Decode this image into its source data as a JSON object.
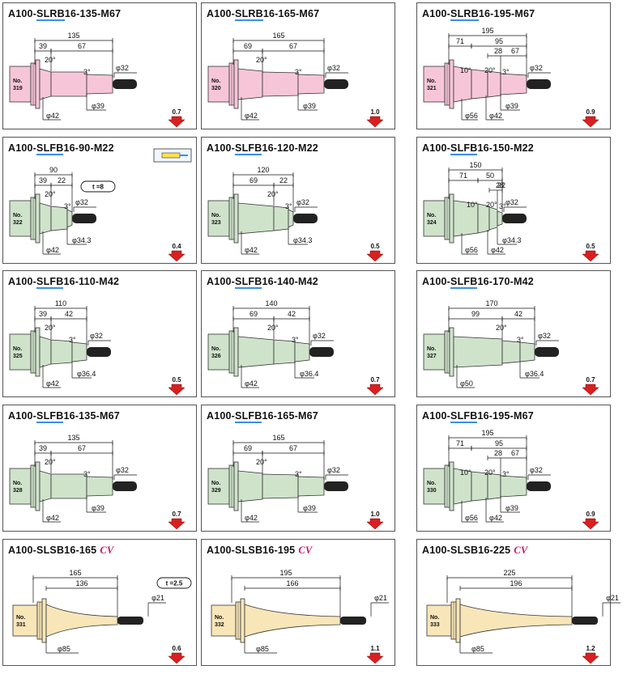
{
  "colors": {
    "pink": "#f6c6d8",
    "green": "#cfe3cb",
    "cream": "#f8e6b8",
    "arrow": "#d82020",
    "shaft": "#222222"
  },
  "cells": [
    {
      "id": 0,
      "model_pre": "A100-",
      "model_hl": "SLRB",
      "model_post": "16-135-M67",
      "cv": "",
      "no": "319",
      "body": "pink",
      "profile": "l135",
      "total": "135",
      "d1": "39",
      "d2": "67",
      "d3": "",
      "angle1": "20°",
      "angle2": "3°",
      "angle3": "",
      "dia_tip": "φ32",
      "dia_a": "φ39",
      "dia_b": "φ42",
      "dia_c": "",
      "weight": "0.7",
      "tbox": ""
    },
    {
      "id": 1,
      "model_pre": "A100-",
      "model_hl": "SLRB",
      "model_post": "16-165-M67",
      "cv": "",
      "no": "320",
      "body": "pink",
      "profile": "l165",
      "total": "165",
      "d1": "69",
      "d2": "67",
      "d3": "",
      "angle1": "20°",
      "angle2": "3°",
      "angle3": "",
      "dia_tip": "φ32",
      "dia_a": "φ39",
      "dia_b": "φ42",
      "dia_c": "",
      "weight": "1.0",
      "tbox": ""
    },
    {
      "id": 2,
      "model_pre": "A100-",
      "model_hl": "SLRB",
      "model_post": "16-195-M67",
      "cv": "",
      "no": "321",
      "body": "pink",
      "profile": "l195",
      "total": "195",
      "d1": "71",
      "d2": "95",
      "d3": "28",
      "d4": "67",
      "angle1": "10°",
      "angle2": "20°",
      "angle3": "3°",
      "dia_tip": "φ32",
      "dia_a": "φ39",
      "dia_b": "φ42",
      "dia_c": "φ56",
      "weight": "0.9",
      "tbox": ""
    },
    {
      "id": 3,
      "model_pre": "A100-",
      "model_hl": "SLFB",
      "model_post": "16-90-M22",
      "cv": "",
      "no": "322",
      "body": "green",
      "profile": "s90",
      "total": "90",
      "d1": "39",
      "d2": "22",
      "d3": "",
      "angle1": "20°",
      "angle2": "3°",
      "angle3": "",
      "dia_tip": "φ32",
      "dia_a": "φ34.3",
      "dia_b": "φ42",
      "dia_c": "",
      "weight": "0.4",
      "tbox": "t =8"
    },
    {
      "id": 4,
      "model_pre": "A100-",
      "model_hl": "SLFB",
      "model_post": "16-120-M22",
      "cv": "",
      "no": "323",
      "body": "green",
      "profile": "s120",
      "total": "120",
      "d1": "69",
      "d2": "22",
      "d3": "",
      "angle1": "20°",
      "angle2": "3°",
      "angle3": "",
      "dia_tip": "φ32",
      "dia_a": "φ34.3",
      "dia_b": "φ42",
      "dia_c": "",
      "weight": "0.5",
      "tbox": ""
    },
    {
      "id": 5,
      "model_pre": "A100-",
      "model_hl": "SLFB",
      "model_post": "16-150-M22",
      "cv": "",
      "no": "324",
      "body": "green",
      "profile": "s150",
      "total": "150",
      "d1": "71",
      "d2": "50",
      "d3": "28",
      "d4": "22",
      "angle1": "10°",
      "angle2": "20°",
      "angle3": "3°",
      "dia_tip": "φ32",
      "dia_a": "φ34.3",
      "dia_b": "φ42",
      "dia_c": "φ56",
      "weight": "0.5",
      "tbox": ""
    },
    {
      "id": 6,
      "model_pre": "A100-",
      "model_hl": "SLFB",
      "model_post": "16-110-M42",
      "cv": "",
      "no": "325",
      "body": "green",
      "profile": "m110",
      "total": "110",
      "d1": "39",
      "d2": "42",
      "d3": "",
      "angle1": "20°",
      "angle2": "3°",
      "angle3": "",
      "dia_tip": "φ32",
      "dia_a": "φ36.4",
      "dia_b": "φ42",
      "dia_c": "",
      "weight": "0.5",
      "tbox": ""
    },
    {
      "id": 7,
      "model_pre": "A100-",
      "model_hl": "SLFB",
      "model_post": "16-140-M42",
      "cv": "",
      "no": "326",
      "body": "green",
      "profile": "m140",
      "total": "140",
      "d1": "69",
      "d2": "42",
      "d3": "",
      "angle1": "20°",
      "angle2": "3°",
      "angle3": "",
      "dia_tip": "φ32",
      "dia_a": "φ36.4",
      "dia_b": "φ42",
      "dia_c": "",
      "weight": "0.7",
      "tbox": ""
    },
    {
      "id": 8,
      "model_pre": "A100-",
      "model_hl": "SLFB",
      "model_post": "16-170-M42",
      "cv": "",
      "no": "327",
      "body": "green",
      "profile": "m170",
      "total": "170",
      "d1": "99",
      "d2": "42",
      "d3": "",
      "angle1": "20°",
      "angle2": "3°",
      "angle3": "",
      "dia_tip": "φ32",
      "dia_a": "φ36.4",
      "dia_b": "φ50",
      "dia_c": "",
      "weight": "0.7",
      "tbox": ""
    },
    {
      "id": 9,
      "model_pre": "A100-",
      "model_hl": "SLFB",
      "model_post": "16-135-M67",
      "cv": "",
      "no": "328",
      "body": "green",
      "profile": "l135",
      "total": "135",
      "d1": "39",
      "d2": "67",
      "d3": "",
      "angle1": "20°",
      "angle2": "3°",
      "angle3": "",
      "dia_tip": "φ32",
      "dia_a": "φ39",
      "dia_b": "φ42",
      "dia_c": "",
      "weight": "0.7",
      "tbox": ""
    },
    {
      "id": 10,
      "model_pre": "A100-",
      "model_hl": "SLFB",
      "model_post": "16-165-M67",
      "cv": "",
      "no": "329",
      "body": "green",
      "profile": "l165",
      "total": "165",
      "d1": "69",
      "d2": "67",
      "d3": "",
      "angle1": "20°",
      "angle2": "3°",
      "angle3": "",
      "dia_tip": "φ32",
      "dia_a": "φ39",
      "dia_b": "φ42",
      "dia_c": "",
      "weight": "1.0",
      "tbox": ""
    },
    {
      "id": 11,
      "model_pre": "A100-",
      "model_hl": "SLFB",
      "model_post": "16-195-M67",
      "cv": "",
      "no": "330",
      "body": "green",
      "profile": "l195",
      "total": "195",
      "d1": "71",
      "d2": "95",
      "d3": "28",
      "d4": "67",
      "angle1": "10°",
      "angle2": "20°",
      "angle3": "3°",
      "dia_tip": "φ32",
      "dia_a": "φ39",
      "dia_b": "φ42",
      "dia_c": "φ56",
      "weight": "0.9",
      "tbox": ""
    },
    {
      "id": 12,
      "model_pre": "A100-SLSB16-165",
      "model_hl": "",
      "model_post": "",
      "cv": "CV",
      "no": "331",
      "body": "cream",
      "profile": "c165",
      "total": "165",
      "d1": "136",
      "d2": "",
      "d3": "",
      "angle1": "",
      "angle2": "",
      "angle3": "",
      "dia_tip": "φ21",
      "dia_a": "",
      "dia_b": "φ85",
      "dia_c": "",
      "weight": "0.6",
      "tbox": "t =2.5"
    },
    {
      "id": 13,
      "model_pre": "A100-SLSB16-195",
      "model_hl": "",
      "model_post": "",
      "cv": "CV",
      "no": "332",
      "body": "cream",
      "profile": "c195",
      "total": "195",
      "d1": "166",
      "d2": "",
      "d3": "",
      "angle1": "",
      "angle2": "",
      "angle3": "",
      "dia_tip": "φ21",
      "dia_a": "",
      "dia_b": "φ85",
      "dia_c": "",
      "weight": "1.1",
      "tbox": ""
    },
    {
      "id": 14,
      "model_pre": "A100-SLSB16-225",
      "model_hl": "",
      "model_post": "",
      "cv": "CV",
      "no": "333",
      "body": "cream",
      "profile": "c225",
      "total": "225",
      "d1": "196",
      "d2": "",
      "d3": "",
      "angle1": "",
      "angle2": "",
      "angle3": "",
      "dia_tip": "φ21",
      "dia_a": "",
      "dia_b": "φ85",
      "dia_c": "",
      "weight": "1.2",
      "tbox": ""
    }
  ]
}
